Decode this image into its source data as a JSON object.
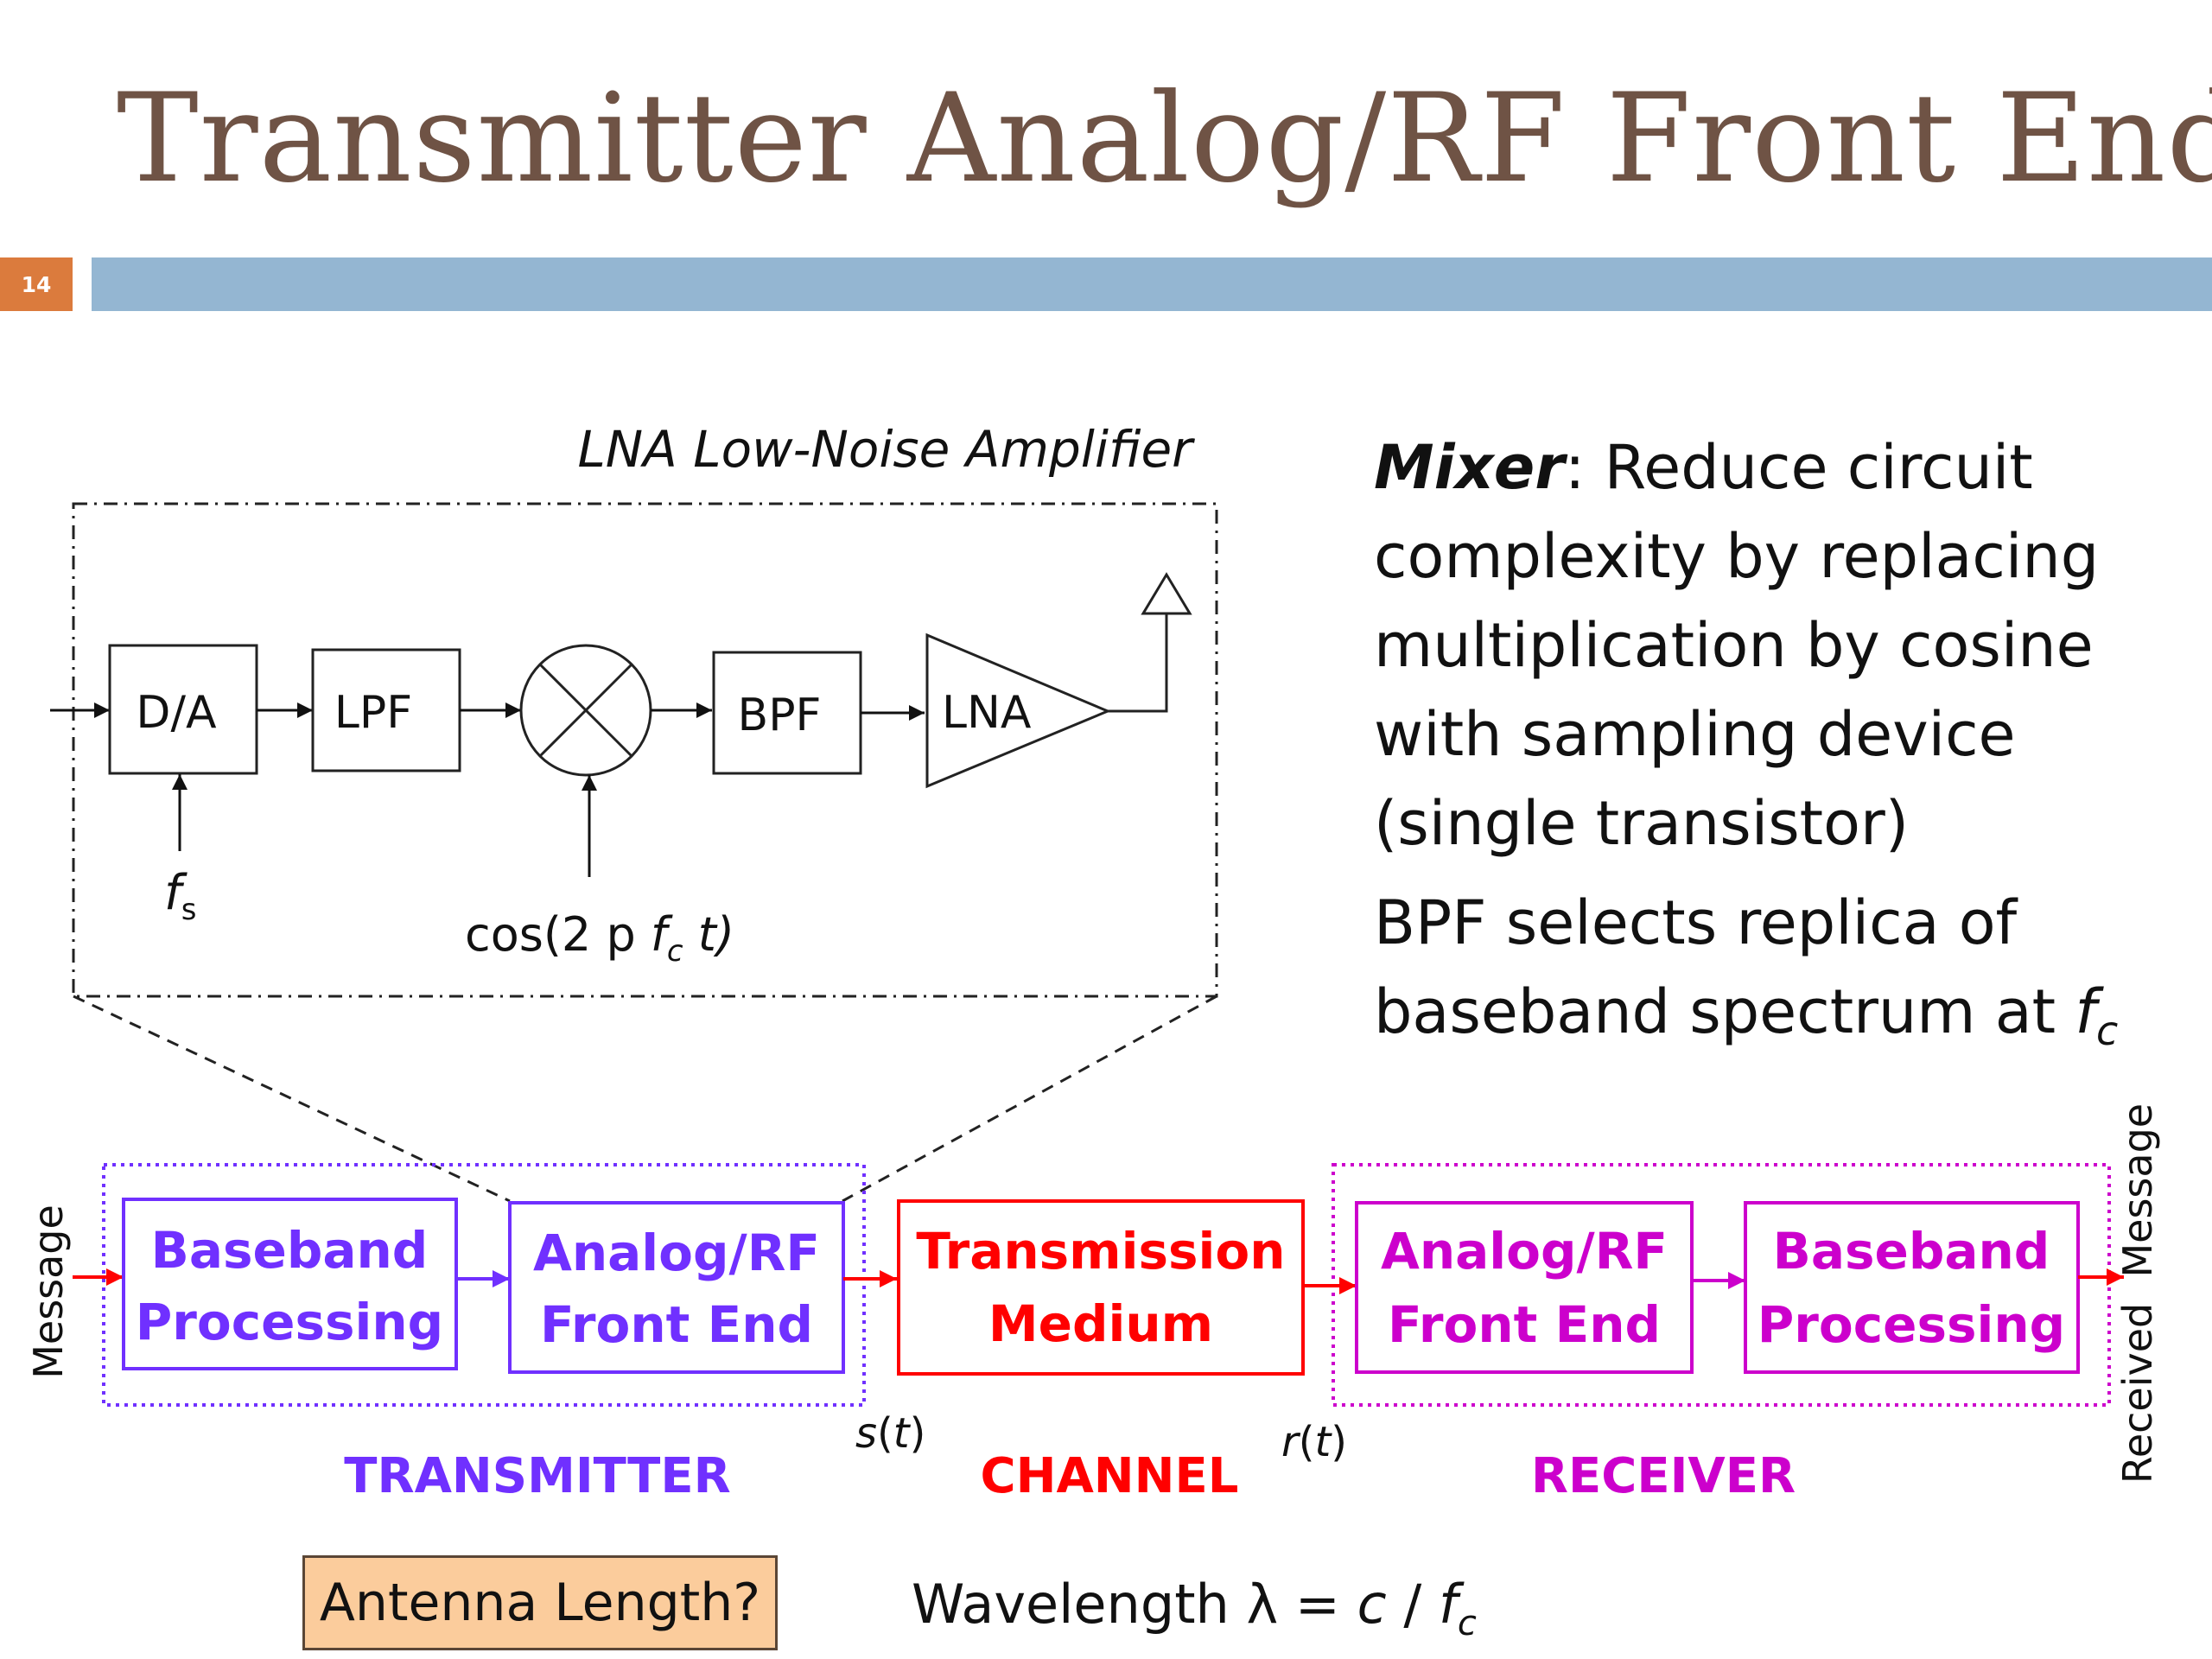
{
  "slide": {
    "title": "Transmitter Analog/RF Front End",
    "page_number": "14"
  },
  "detail": {
    "caption": "LNA Low-Noise Amplifier",
    "blocks": {
      "da": "D/A",
      "lpf": "LPF",
      "bpf": "BPF",
      "lna": "LNA"
    },
    "fs_label": {
      "f": "f",
      "sub": "s"
    },
    "carrier_label": {
      "prefix": "cos(2 p ",
      "f": "f",
      "sub": "c",
      "suffix": " t)"
    }
  },
  "notes": {
    "mixer_term": "Mixer",
    "mixer_text": ": Reduce circuit complexity by replacing multiplication by cosine with sampling device (single transistor)",
    "bpf_text": "BPF selects replica of baseband spectrum at ",
    "bpf_f": "f",
    "bpf_sub": "c"
  },
  "system": {
    "input_label": "Message",
    "output_label": "Received  Message",
    "tx_baseband": [
      "Baseband",
      "Processing"
    ],
    "tx_frontend": [
      "Analog/RF",
      "Front End"
    ],
    "channel_block": [
      "Transmission",
      "Medium"
    ],
    "rx_frontend": [
      "Analog/RF",
      "Front End"
    ],
    "rx_baseband": [
      "Baseband",
      "Processing"
    ],
    "s_label": {
      "s": "s",
      "t": "t"
    },
    "r_label": {
      "r": "r",
      "t": "t"
    },
    "transmitter_label": "TRANSMITTER",
    "channel_label": "CHANNEL",
    "receiver_label": "RECEIVER"
  },
  "footer": {
    "antenna_question": "Antenna Length?",
    "wavelength_prefix": "Wavelength ",
    "lambda": "λ",
    "equals": " = ",
    "c": "c",
    "slash": " / ",
    "f": "f",
    "f_sub": "c"
  },
  "colors": {
    "title": "#6f5345",
    "page_badge": "#db7b3d",
    "title_bar": "#94b6d2",
    "transmitter": "#7030ff",
    "channel": "#ff0000",
    "receiver": "#cc00cc",
    "antenna_fill": "#fbcc9c"
  }
}
